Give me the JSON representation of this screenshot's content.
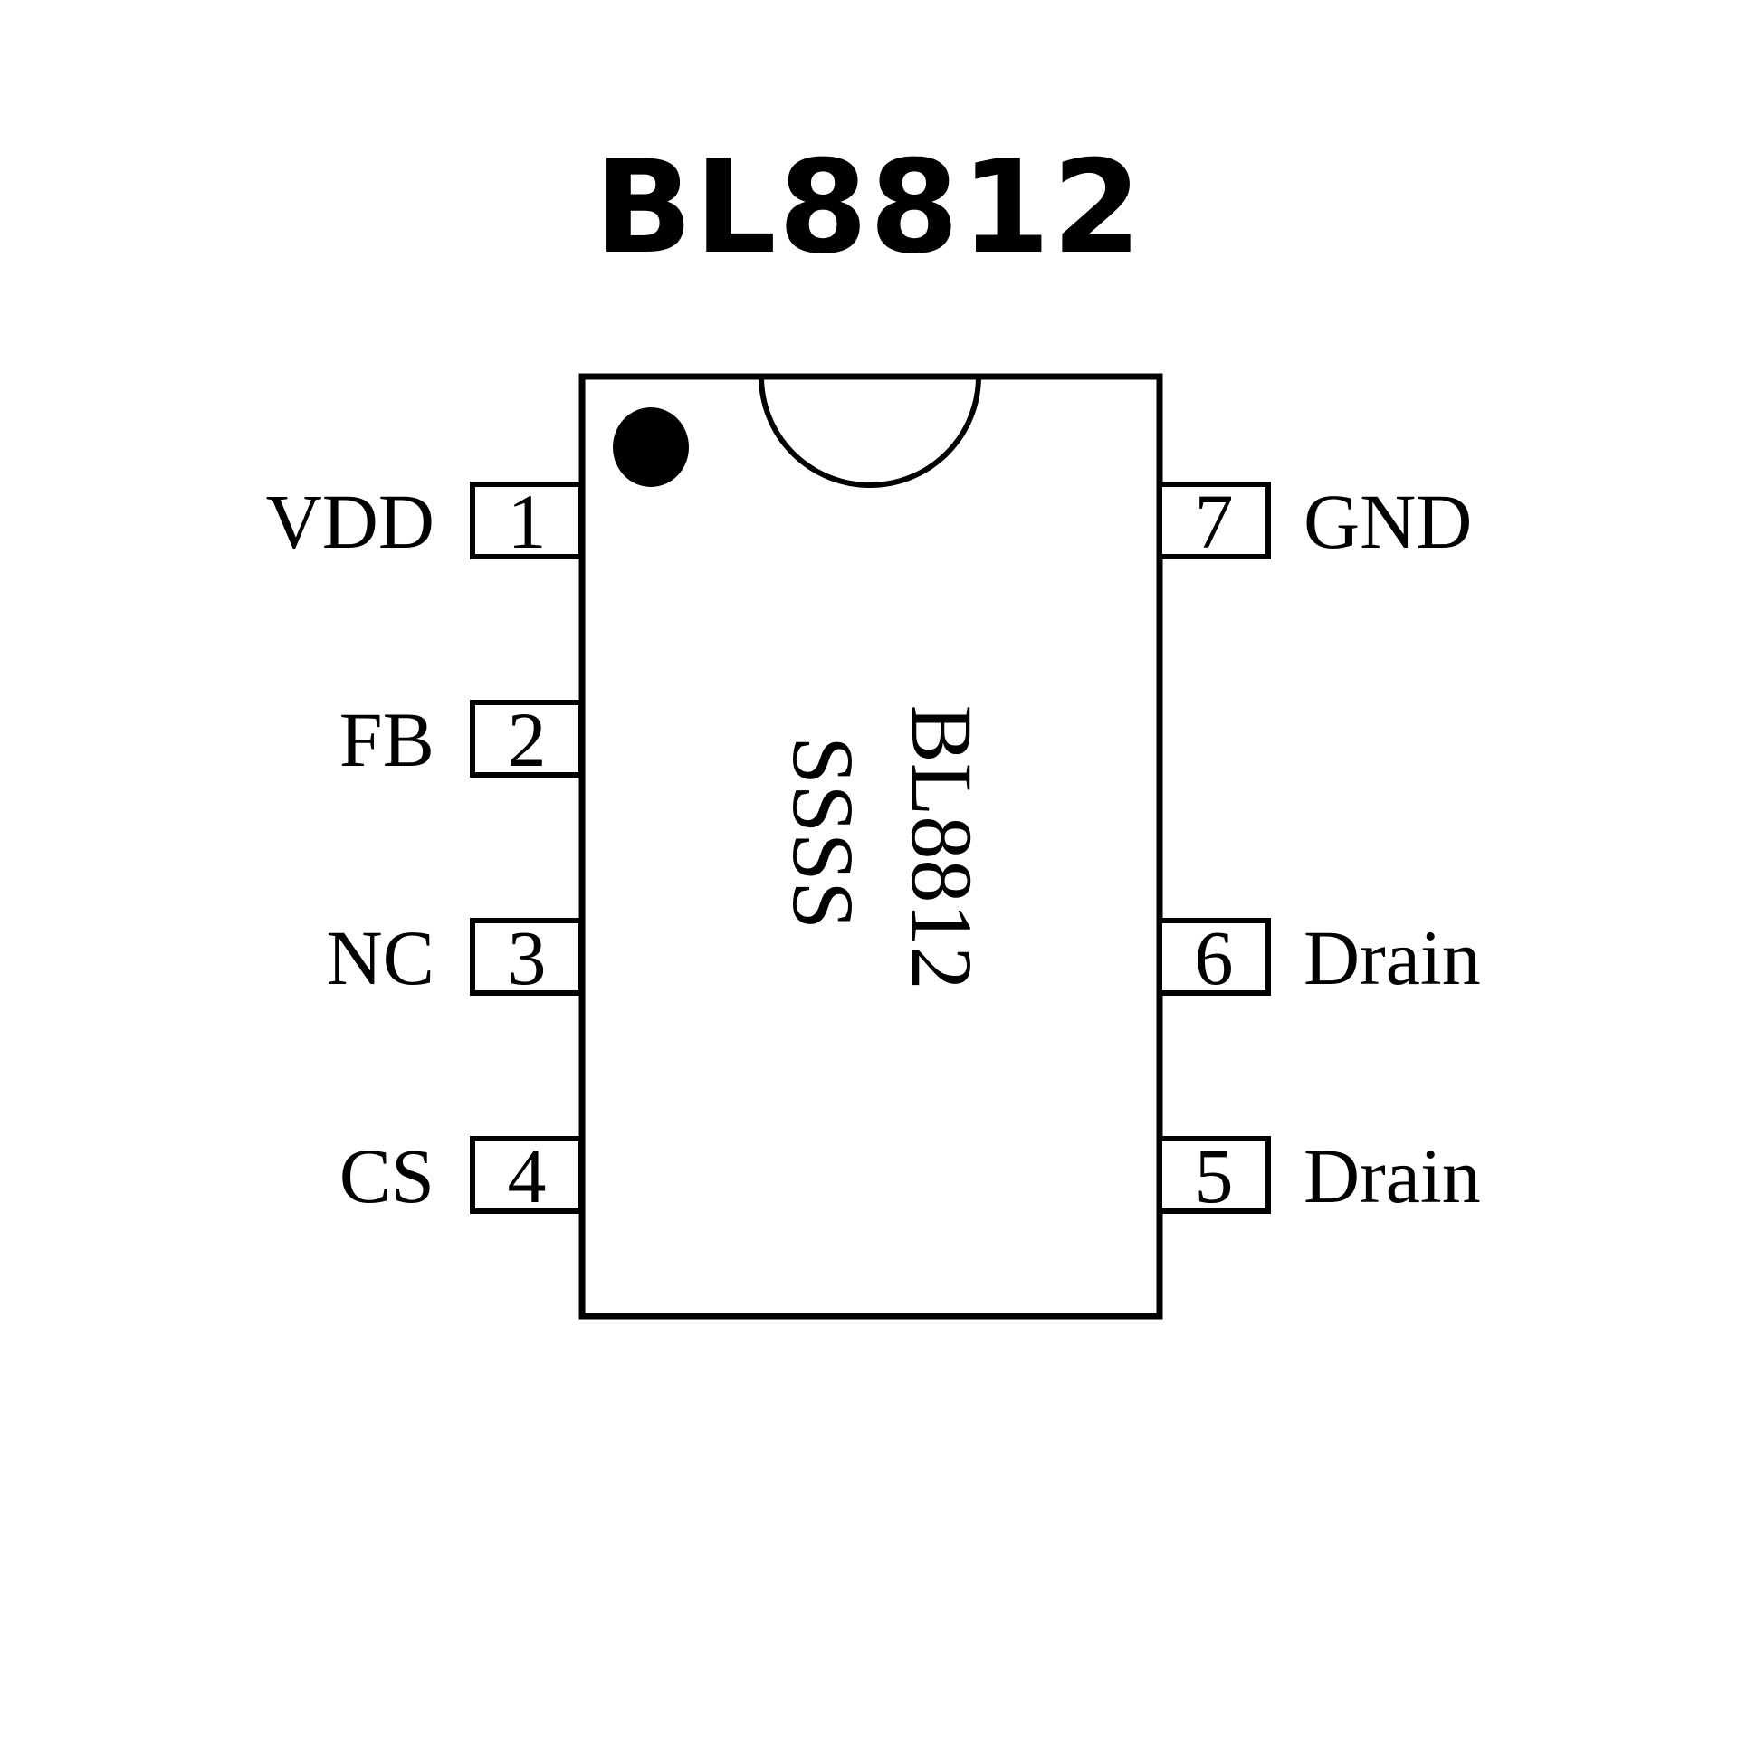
{
  "title": "BL8812",
  "chip": {
    "marking_line1": "BL8812",
    "marking_line2": "SSSS",
    "pin1_indicator": "filled-dot",
    "orientation_notch": "half-circle"
  },
  "pins": [
    {
      "number": "1",
      "name": "VDD",
      "side": "left"
    },
    {
      "number": "2",
      "name": "FB",
      "side": "left"
    },
    {
      "number": "3",
      "name": "NC",
      "side": "left"
    },
    {
      "number": "4",
      "name": "CS",
      "side": "left"
    },
    {
      "number": "5",
      "name": "Drain",
      "side": "right"
    },
    {
      "number": "6",
      "name": "Drain",
      "side": "right"
    },
    {
      "number": "7",
      "name": "GND",
      "side": "right"
    }
  ],
  "colors": {
    "stroke": "#000000",
    "background": "#ffffff"
  }
}
